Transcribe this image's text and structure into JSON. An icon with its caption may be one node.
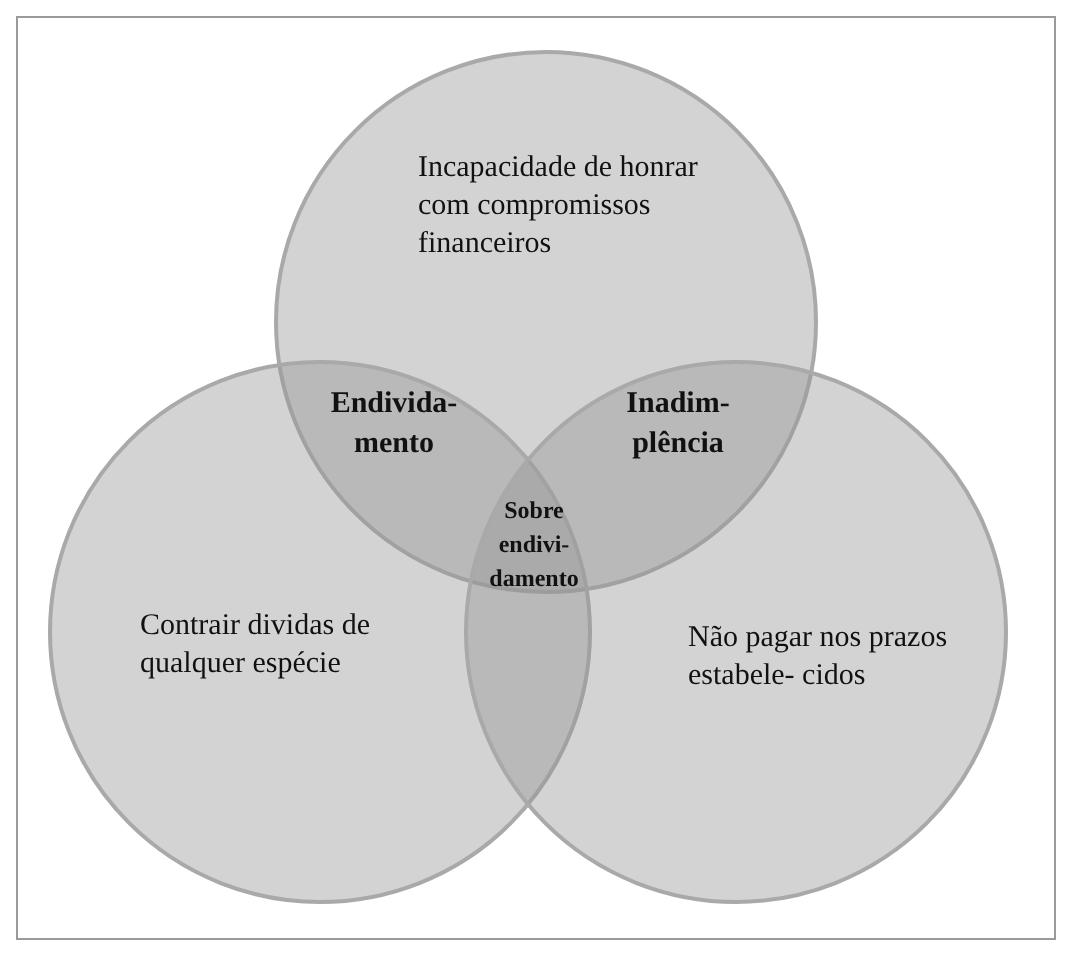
{
  "diagram": {
    "nodes": [
      {
        "text": [
          "Incapacidade de honrar com compromissos financeiros"
        ]
      },
      {
        "text": [
          "Contrair dividas de qualquer espécie"
        ]
      },
      {
        "text": [
          "Não pagar nos prazos estabele- cidos"
        ]
      }
    ],
    "labels": [
      "Endivida- mento",
      "Inadim- plência",
      "Sobre endivi- damento"
    ]
  }
}
